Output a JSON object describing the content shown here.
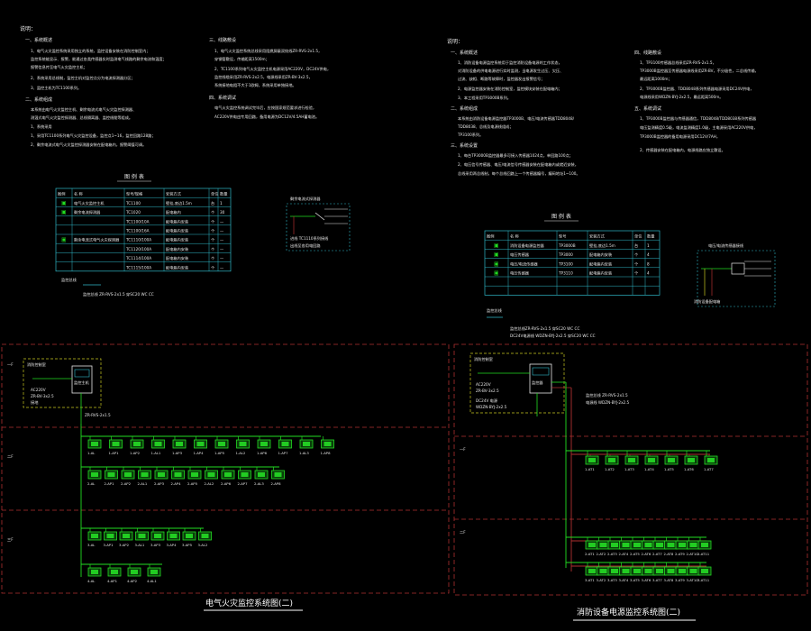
{
  "left": {
    "notes_heading": "说明：",
    "section_1_title": "一、系统概述",
    "section_1_items": [
      "1、电气火灾监控系统采用独立的系统，监控设备安装在消防控制室内；",
      "   监控系统能显示、报警，能通过各类传感器实时监测电气线路的剩余电流和温度；",
      "   报警信息传至电气火灾监控主机；",
      "2、系统采用总线制，监控主机对监控点分为电流探测器分区；",
      "3、监控主机为TC1100系列。"
    ],
    "section_2_title": "二、系统组成",
    "section_2_items": [
      "本系统由电气火灾监控主机、剩余电流式电气火灾监控探测器、",
      "测温式电气火灾监控探测器、总线隔离器、监控线缆等组成。",
      "1、系统采用",
      "1、采用TC1100系列电气火灾监控设备，监控点1~16，监控回路128路；",
      "2、剩余电流式电气火灾监控探测器安装在配电箱内，报警阈值可调。"
    ],
    "section_3_title": "三、线路敷设",
    "section_3_items": [
      "1、电气火灾监控系统总线采用阻燃屏蔽双绞线ZR-RVS-2x1.5，",
      "   穿钢管敷设，传输距离1500m；",
      "2、TC1100系列电气火灾监控主机电源采用AC220V，DC24V供电，",
      "   监控线缆采用ZR-RVS-2x2.5，电源线采用ZR-BV-3x2.5，",
      "   系统接地电阻不大于1欧姆，系统采用单独接地。"
    ],
    "section_4_title": "四、系统调试",
    "section_4_items": [
      "电气火灾监控系统调试完毕后，应按国家规范要求进行检验，",
      "AC220V供电由专用回路，备用电源为DC12V/4.5AH蓄电池。"
    ],
    "legend_title": "图 例 表",
    "legend_headers": [
      "图例",
      "名 称",
      "型号/规格",
      "安装方式",
      "单位",
      "数量"
    ],
    "legend_rows": [
      [
        "▣",
        "电气火灾监控主机",
        "TC1100",
        "壁挂,底边1.5m",
        "台",
        "1"
      ],
      [
        "▣",
        "剩余电流探测器",
        "TC1020",
        "配电箱内",
        "个",
        "30"
      ],
      [
        "",
        "",
        "TC1100/10A",
        "配电箱内安装",
        "个",
        "—"
      ],
      [
        "",
        "",
        "TC1100/16A",
        "配电箱内安装",
        "个",
        "—"
      ],
      [
        "▣",
        "剩余电流式电气火灾探测器",
        "TC1110/100A",
        "配电箱内安装",
        "个",
        "—"
      ],
      [
        "",
        "",
        "TC1120/100A",
        "配电箱内安装",
        "个",
        "—"
      ],
      [
        "",
        "",
        "TC1114/100A",
        "配电箱内安装",
        "个",
        "—"
      ],
      [
        "",
        "",
        "TC1115/100A",
        "配电箱内安装",
        "个",
        "—"
      ]
    ],
    "legend_note_1": "监控总线",
    "legend_note_2": "监控总线 ZR-RVS-2x1.5 穿SC20 WC CC",
    "wiring_caption_1": "剩余电流式探测器",
    "wiring_caption_2": "进线 TC1110系列接线",
    "wiring_caption_3": "出线至各用电回路",
    "system_title": "电气火灾监控系统图(二)",
    "host_label": "消防控制室",
    "host_name": "监控主机",
    "power_label": "AC220V",
    "power_cable": "ZR-BV-3x2.5",
    "power_note": "接地",
    "bus_label": "ZR-RVS-2x1.5",
    "floor_labels": [
      "一F",
      "二F",
      "三F"
    ],
    "row1_labels": [
      "1-AL",
      "1-AP1",
      "1-AP2",
      "1-AL1",
      "1-AP3",
      "1-AP4",
      "1-AP5",
      "1-AL2",
      "1-AP6",
      "1-AP7",
      "1-AL3",
      "1-AP8"
    ],
    "row2_labels": [
      "2-AL",
      "2-AP1",
      "2-AP2",
      "2-AL1",
      "2-AP3",
      "2-AP4",
      "2-AP5",
      "2-AL2",
      "2-AP6",
      "2-AP7",
      "2-AL3",
      "2-AP8"
    ],
    "row3_labels": [
      "3-AL",
      "3-AP1",
      "3-AP2",
      "3-AL1",
      "3-AP3",
      "3-AP4",
      "3-AP5",
      "3-AL2"
    ],
    "row4_labels": [
      "4-AL",
      "4-AP1",
      "4-AP2",
      "4-AL1"
    ]
  },
  "right": {
    "notes_heading": "说明：",
    "section_1_title": "一、系统概述",
    "section_1_items": [
      "1、消防设备电源监控系统用于监控消防设备电源的工作状态，",
      "   对消防设备的供电电源进行实时监测，当电源发生过压、欠压、",
      "   过流、缺相、断路等故障时，监控器发出报警信号；",
      "2、电源监控器安装在消防控制室，监控模块安装在配电箱内；",
      "3、本工程采用TP3000B系列。"
    ],
    "section_2_title": "二、系统组成",
    "section_2_items": [
      "本系统由消防设备电源监控器TP3000B、电压/电流传感器TDD8048/",
      "TDD8038、总线及电源线组成；",
      "TP3100系列。"
    ],
    "section_3_title": "三、系统设置",
    "section_3_items": [
      "1、每台TP3000B监控器最多可接入传感器1024点，单回路100点；",
      "2、电压信号传感器、电压/电流信号传感器安装在配电箱内或就近安装，",
      "   总线采用两总线制，每个总线回路上一个传感器编号，编码地址1~100。"
    ],
    "section_4_title": "四、线路敷设",
    "section_4_items": [
      "1、TP3100传感器总线采用ZR-RVS-2x1.5，",
      "   TP3000B监控器至传感器电源线采用ZR-BV，不分极性，二总线传输，",
      "   最远距离1000m；",
      "2、TP3000B监控器、TDD8048系列传感器电源采用DC24V供电，",
      "   电源线采用WDZN-BYJ-2x2.5，最远距离500m。",
      "五、系统调试",
      "1、TP3000B监控器与传感器通信，TDD8048/TDD8038系列传感器",
      "   电压监测精度0.5级，电流监测精度1.0级，主电源采用AC220V供电，",
      "   TP3000B监控器的备用电源采用DC12V/7AH，",
      "2、传感器安装在配电箱内，电源线路应独立敷设。"
    ],
    "legend_title": "图 例 表",
    "legend_headers": [
      "图例",
      "名 称",
      "型号",
      "安装方式",
      "单位",
      "数量"
    ],
    "legend_rows": [
      [
        "▣",
        "消防设备电源监控器",
        "TP3000B",
        "壁挂,底边1.5m",
        "台",
        "1"
      ],
      [
        "▣",
        "电压传感器",
        "TP3000",
        "配电箱内安装",
        "个",
        "4"
      ],
      [
        "▣",
        "电压/电流传感器",
        "TP3100",
        "配电箱内安装",
        "个",
        "8"
      ],
      [
        "▣",
        "电压传感器",
        "TP3110",
        "配电箱内安装",
        "个",
        "4"
      ],
      [
        "",
        "",
        "",
        "",
        "",
        ""
      ],
      [
        "",
        "",
        "",
        "",
        "",
        ""
      ]
    ],
    "legend_note_1": "监控总线",
    "legend_note_2": "监控总线ZR-RVS-2x1.5 穿SC20 WC CC",
    "legend_note_3": "DC24V电源线 WDZN-BYJ-2x2.5 穿SC20 WC CC",
    "wiring_caption_1": "电压/电流传感器接线",
    "wiring_caption_2": "消防设备配电箱",
    "system_title": "消防设备电源监控系统图(二)",
    "host_label": "消防控制室",
    "host_name": "监控器",
    "power_label": "AC220V",
    "power_cable": "ZR-BV-3x2.5",
    "power_note_1": "DC24V 电源",
    "power_note_2": "WDZN-BYJ-2x2.5",
    "bus_label_1": "监控总线 ZR-RVS-2x1.5",
    "bus_label_2": "电源线 WDZN-BYJ-2x2.5",
    "floor_labels": [
      "一F",
      "二F"
    ],
    "row1_labels": [
      "1-AT1",
      "1-AT2",
      "1-AT3",
      "1-AT4",
      "1-AT5",
      "1-AT6",
      "1-AT7"
    ],
    "row2_labels": [
      "2-AT1",
      "2-AT2",
      "2-AT3",
      "2-AT4",
      "2-AT5",
      "2-AT6",
      "2-AT7",
      "2-AT8",
      "2-AT9",
      "2-AT10",
      "2-AT11"
    ],
    "row3_labels": [
      "3-AT1",
      "3-AT2",
      "3-AT3",
      "3-AT4",
      "3-AT5",
      "3-AT6",
      "3-AT7",
      "3-AT8",
      "3-AT9",
      "3-AT10",
      "3-AT11"
    ]
  }
}
